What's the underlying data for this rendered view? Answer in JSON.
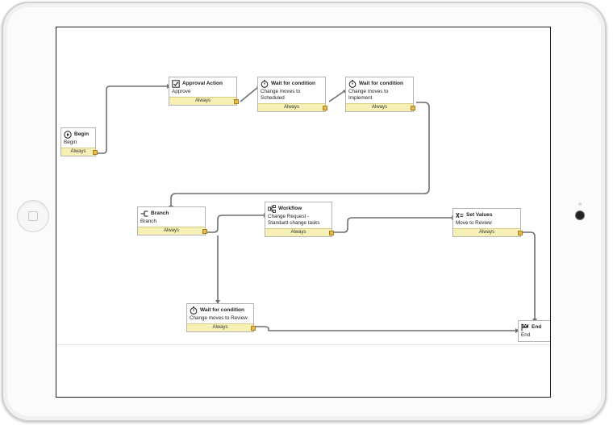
{
  "nodes": {
    "begin": {
      "title": "Begin",
      "desc": "Begin",
      "footer": "Always"
    },
    "approval": {
      "title": "Approval Action",
      "desc": "Approve",
      "footer": "Always"
    },
    "wait1": {
      "title": "Wait for condition",
      "desc": "Change moves to Scheduled",
      "footer": "Always"
    },
    "wait2": {
      "title": "Wait for condition",
      "desc": "Change moves to Implement",
      "footer": "Always"
    },
    "branch": {
      "title": "Branch",
      "desc": "Branch",
      "footer": "Always"
    },
    "workflow": {
      "title": "Workflow",
      "desc": "Change Request - Standard change tasks",
      "footer": "Always"
    },
    "setvalues": {
      "title": "Set Values",
      "desc": "Move to Review",
      "footer": "Always"
    },
    "wait3": {
      "title": "Wait for condition",
      "desc": "Change moves to Review",
      "footer": "Always"
    },
    "end": {
      "title": "End",
      "desc": "End"
    }
  },
  "icons": {
    "begin": "play-icon",
    "approval": "checkbox-icon",
    "wait": "stopwatch-icon",
    "branch": "branch-icon",
    "workflow": "workflow-icon",
    "setvalues": "set-values-icon",
    "end": "flag-icon"
  }
}
